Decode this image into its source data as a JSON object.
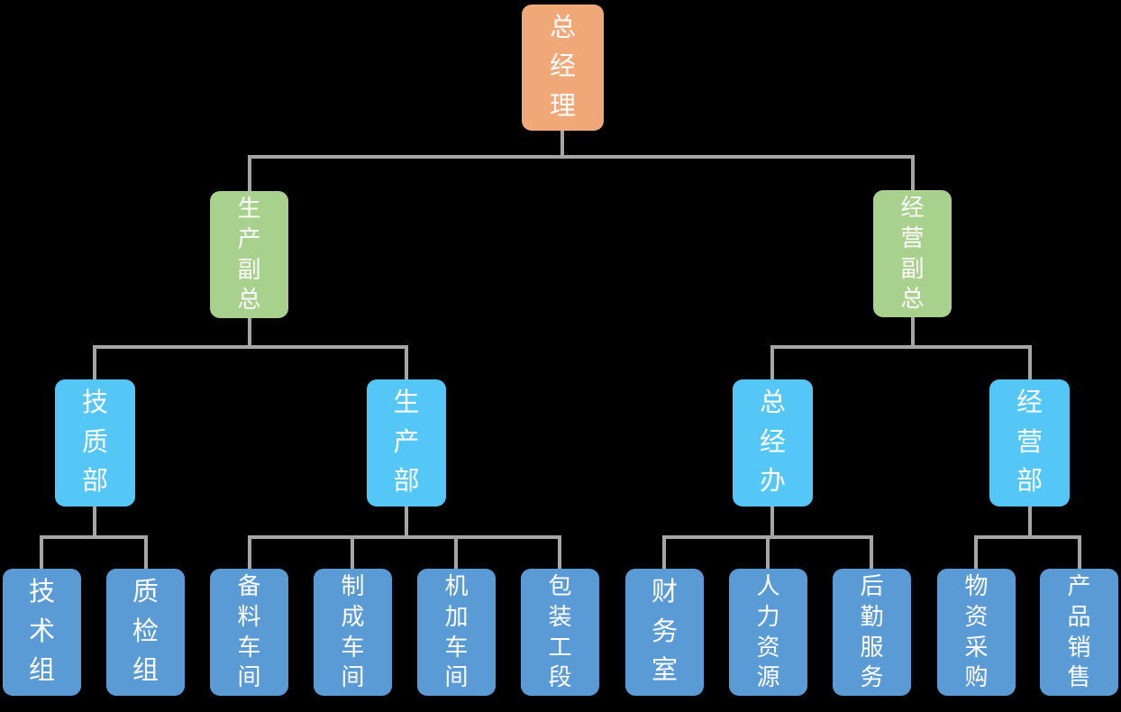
{
  "colors": {
    "background": "#000000",
    "text": "#FFFFFF",
    "connector": "#A6A6A6",
    "level1": "#F0A878",
    "level2": "#A9D18E",
    "level3": "#54C7F7",
    "level4": "#5B9BD5"
  },
  "org": {
    "root": {
      "label": "总经理"
    },
    "level2": [
      {
        "label": "生产副总"
      },
      {
        "label": "经营副总"
      }
    ],
    "level3": [
      {
        "label": "技质部"
      },
      {
        "label": "生产部"
      },
      {
        "label": "总经办"
      },
      {
        "label": "经营部"
      }
    ],
    "level4": [
      {
        "label": "技术组"
      },
      {
        "label": "质检组"
      },
      {
        "label": "备料车间"
      },
      {
        "label": "制成车间"
      },
      {
        "label": "机加车间"
      },
      {
        "label": "包装工段"
      },
      {
        "label": "财务室"
      },
      {
        "label": "人力资源"
      },
      {
        "label": "后勤服务"
      },
      {
        "label": "物资采购"
      },
      {
        "label": "产品销售"
      }
    ]
  }
}
